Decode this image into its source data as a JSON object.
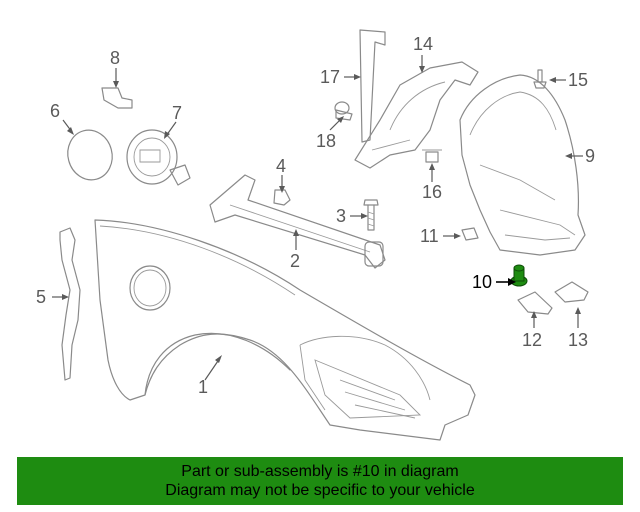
{
  "diagram": {
    "callouts": [
      {
        "id": "1",
        "label": "1"
      },
      {
        "id": "2",
        "label": "2"
      },
      {
        "id": "3",
        "label": "3"
      },
      {
        "id": "4",
        "label": "4"
      },
      {
        "id": "5",
        "label": "5"
      },
      {
        "id": "6",
        "label": "6"
      },
      {
        "id": "7",
        "label": "7"
      },
      {
        "id": "8",
        "label": "8"
      },
      {
        "id": "9",
        "label": "9"
      },
      {
        "id": "10",
        "label": "10"
      },
      {
        "id": "11",
        "label": "11"
      },
      {
        "id": "12",
        "label": "12"
      },
      {
        "id": "13",
        "label": "13"
      },
      {
        "id": "14",
        "label": "14"
      },
      {
        "id": "15",
        "label": "15"
      },
      {
        "id": "16",
        "label": "16"
      },
      {
        "id": "17",
        "label": "17"
      },
      {
        "id": "18",
        "label": "18"
      }
    ],
    "highlighted_part": "10",
    "highlight_color": "#1e8c11"
  },
  "footer": {
    "line1": "Part or sub-assembly is #10 in diagram",
    "line2": "Diagram may not be specific to your vehicle",
    "background": "#1e8c11"
  }
}
